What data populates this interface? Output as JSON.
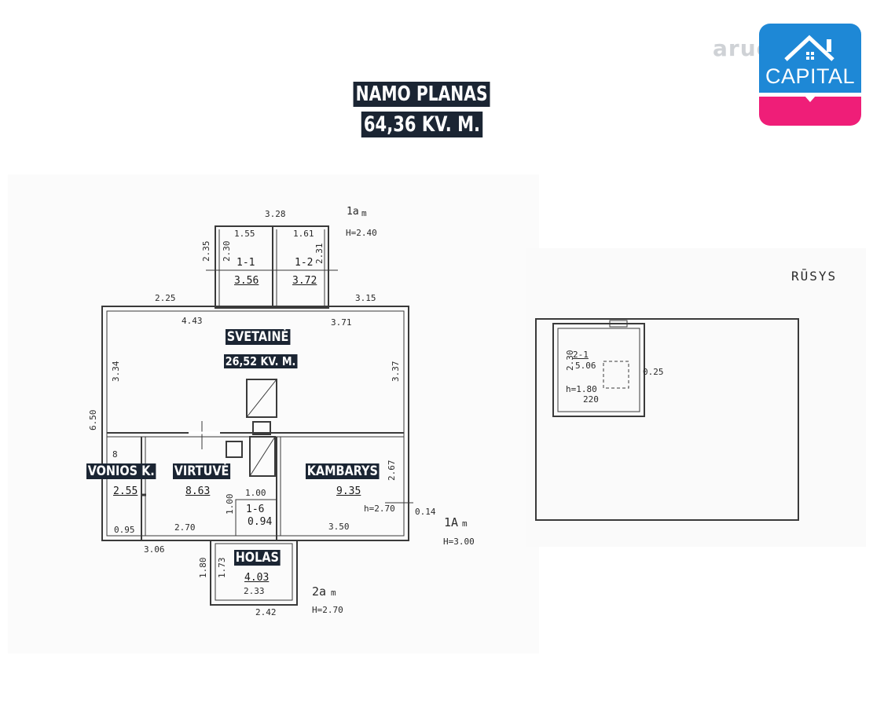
{
  "heading": {
    "line1": "NAMO PLANAS",
    "line2": "64,36  KV. M."
  },
  "branding": {
    "watermark": "aruodas.lt",
    "logo_word": "CAPITAL",
    "colors": {
      "logo_blue": "#1e88d6",
      "logo_pink": "#ef1e78",
      "label_bg": "#1b2533"
    }
  },
  "floor_plan": {
    "floor_codes": {
      "top": "1a",
      "top_height": "H=2.40",
      "main": "1A",
      "main_height": "H=3.00",
      "bottom": "2a",
      "bottom_height": "H=2.70",
      "unit_m": "m"
    },
    "rooms": {
      "svetaine": {
        "name": "SVETAINĖ",
        "area_text": "26,52 KV. M."
      },
      "vonios": {
        "name": "VONIOS K.",
        "area": "2.55"
      },
      "virtuve": {
        "name": "VIRTUVĖ",
        "area": "8.63"
      },
      "kambarys": {
        "name": "KAMBARYS",
        "area": "9.35",
        "height": "h=2.70"
      },
      "holas": {
        "name": "HOLAS",
        "area": "4.03"
      },
      "r11": {
        "code": "1-1",
        "area": "3.56"
      },
      "r12": {
        "code": "1-2",
        "area": "3.72"
      },
      "r16": {
        "code": "1-6",
        "area": "0.94"
      }
    },
    "dimensions": {
      "top_width": "3.28",
      "r11_width": "1.55",
      "r12_width": "1.61",
      "r11_outer_h": "2.35",
      "r11_inner_h": "2.30",
      "r12_h": "2.31",
      "main_top_left": "2.25",
      "main_top_right": "3.15",
      "inner_left": "4.43",
      "inner_right": "3.71",
      "left_h": "3.34",
      "right_h": "3.37",
      "overall_h": "6.50",
      "bath_h": "8",
      "bath_w": "0.95",
      "bottom_left": "3.06",
      "kitchen_w": "2.70",
      "kitchen_door": "1.00",
      "kitchen_side": "1.00",
      "room_w": "3.50",
      "room_side": "2.67",
      "wall_th": "0.14",
      "hall_outer_h": "1.80",
      "hall_inner_h": "1.73",
      "hall_inner_w": "2.33",
      "hall_outer_w": "2.42"
    }
  },
  "basement": {
    "title": "RŪSYS",
    "room_code": "2-1",
    "area": "5.06",
    "height": "h=1.80",
    "width": "220",
    "side": "2.30",
    "offset": "0.25"
  }
}
